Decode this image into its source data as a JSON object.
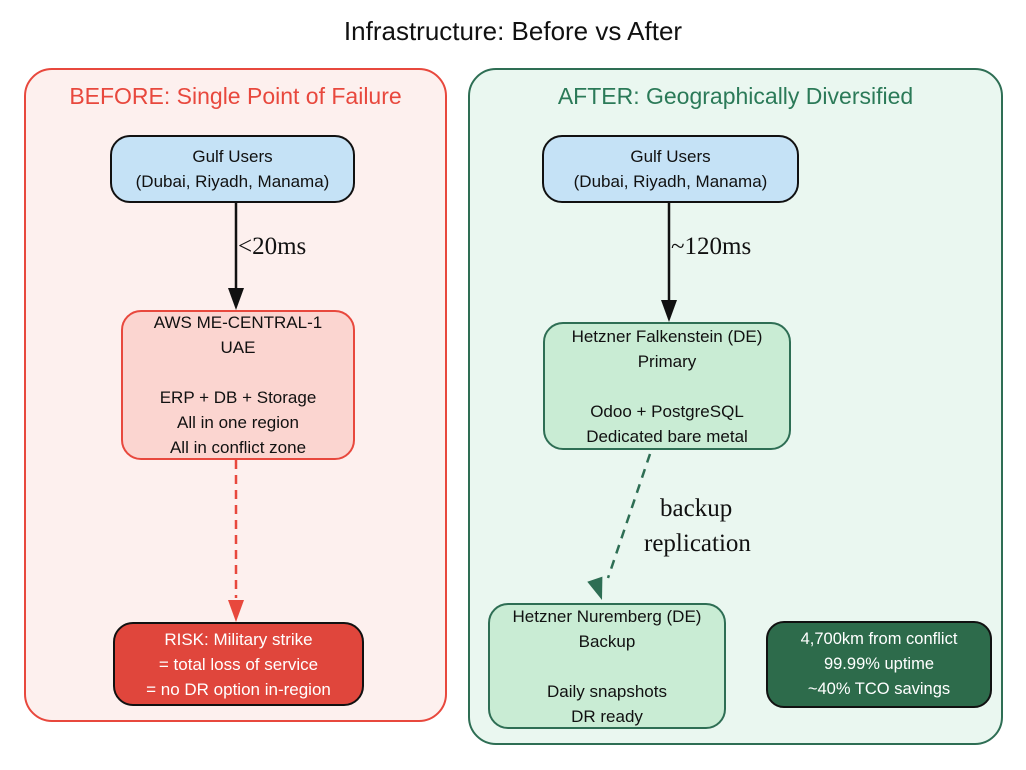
{
  "title": "Infrastructure: Before vs After",
  "before": {
    "header": "BEFORE: Single Point of Failure",
    "users": [
      "Gulf Users",
      "(Dubai, Riyadh, Manama)"
    ],
    "latency": "<20ms",
    "region": [
      "AWS ME-CENTRAL-1",
      "UAE",
      "ERP + DB + Storage",
      "All in one region",
      "All in conflict zone"
    ],
    "risk": [
      "RISK: Military strike",
      "= total loss of service",
      "= no DR option in-region"
    ]
  },
  "after": {
    "header": "AFTER: Geographically Diversified",
    "users": [
      "Gulf Users",
      "(Dubai, Riyadh, Manama)"
    ],
    "latency": "~120ms",
    "replication": [
      "backup",
      "replication"
    ],
    "primary": [
      "Hetzner Falkenstein (DE)",
      "Primary",
      "Odoo + PostgreSQL",
      "Dedicated bare metal"
    ],
    "backup": [
      "Hetzner Nuremberg (DE)",
      "Backup",
      "Daily snapshots",
      "DR ready"
    ],
    "stats": [
      "4,700km from conflict",
      "99.99% uptime",
      "~40% TCO savings"
    ]
  },
  "colors": {
    "before_accent": "#e8483d",
    "after_accent": "#2e6e54",
    "users_fill": "#c5e2f6",
    "region_fill": "#fbd5d0",
    "risk_fill": "#e0463c",
    "hetzner_fill": "#c9ecd4",
    "stats_fill": "#2d6b4b",
    "before_panel_fill": "#fdf0ee",
    "after_panel_fill": "#eaf7f0"
  }
}
